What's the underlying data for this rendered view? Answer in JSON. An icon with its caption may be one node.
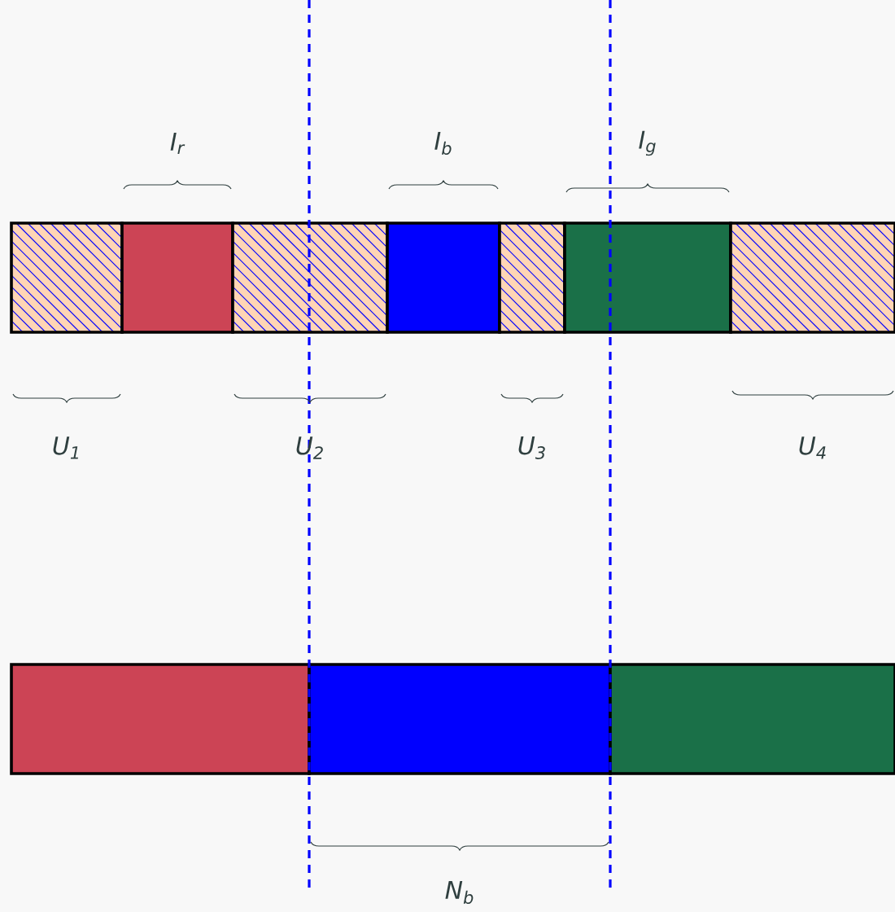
{
  "diagram": {
    "labels": [
      "I$_{r}$",
      "I$_{b}$",
      "I$_{g}$",
      "U$_{1}$",
      "U$_{2}$",
      "U$_{3}$",
      "U$_{4}$",
      "N$_{b}$"
    ]
  }
}
